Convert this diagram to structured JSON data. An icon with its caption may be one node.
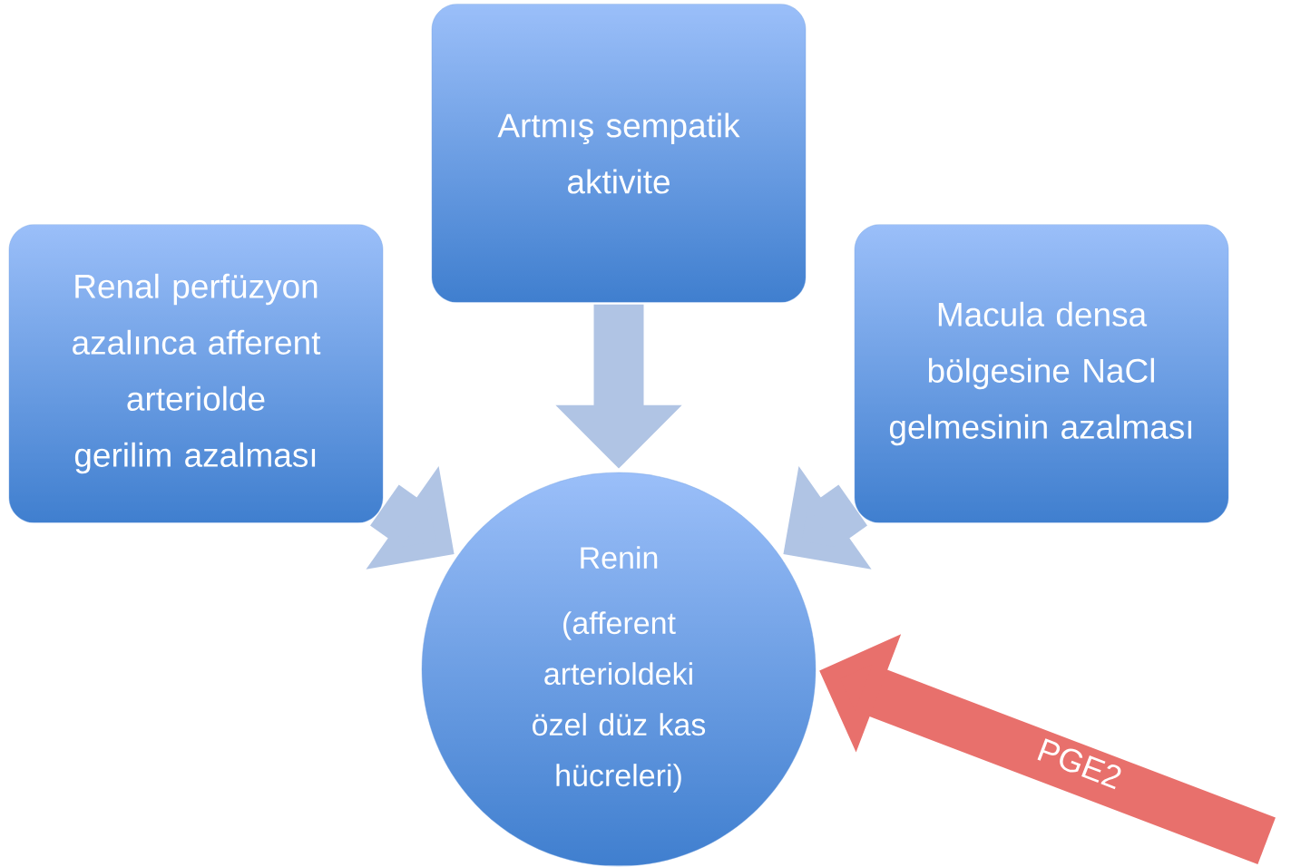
{
  "diagram": {
    "nodes": [
      {
        "text": [
          "Renal perfüzyon azalınca afferent arteriolde gerilim azalması"
        ]
      },
      {
        "text": [
          "Artmış sempatik aktivite"
        ]
      },
      {
        "text": [
          "Macula densa bölgesine NaCl gelmesinin azalması"
        ]
      },
      {
        "text": [
          "Renin",
          "(afferent arterioldeki özel düz kas hücreleri)"
        ]
      }
    ],
    "edges": [
      {
        "from": 0,
        "to": 3,
        "arrow": "to"
      },
      {
        "from": 1,
        "to": 3,
        "arrow": "to"
      },
      {
        "from": 2,
        "to": 3,
        "arrow": "to"
      },
      {
        "from": null,
        "to": 3,
        "arrow": "to",
        "label": "PGE2",
        "color": "#e8706c"
      }
    ]
  }
}
